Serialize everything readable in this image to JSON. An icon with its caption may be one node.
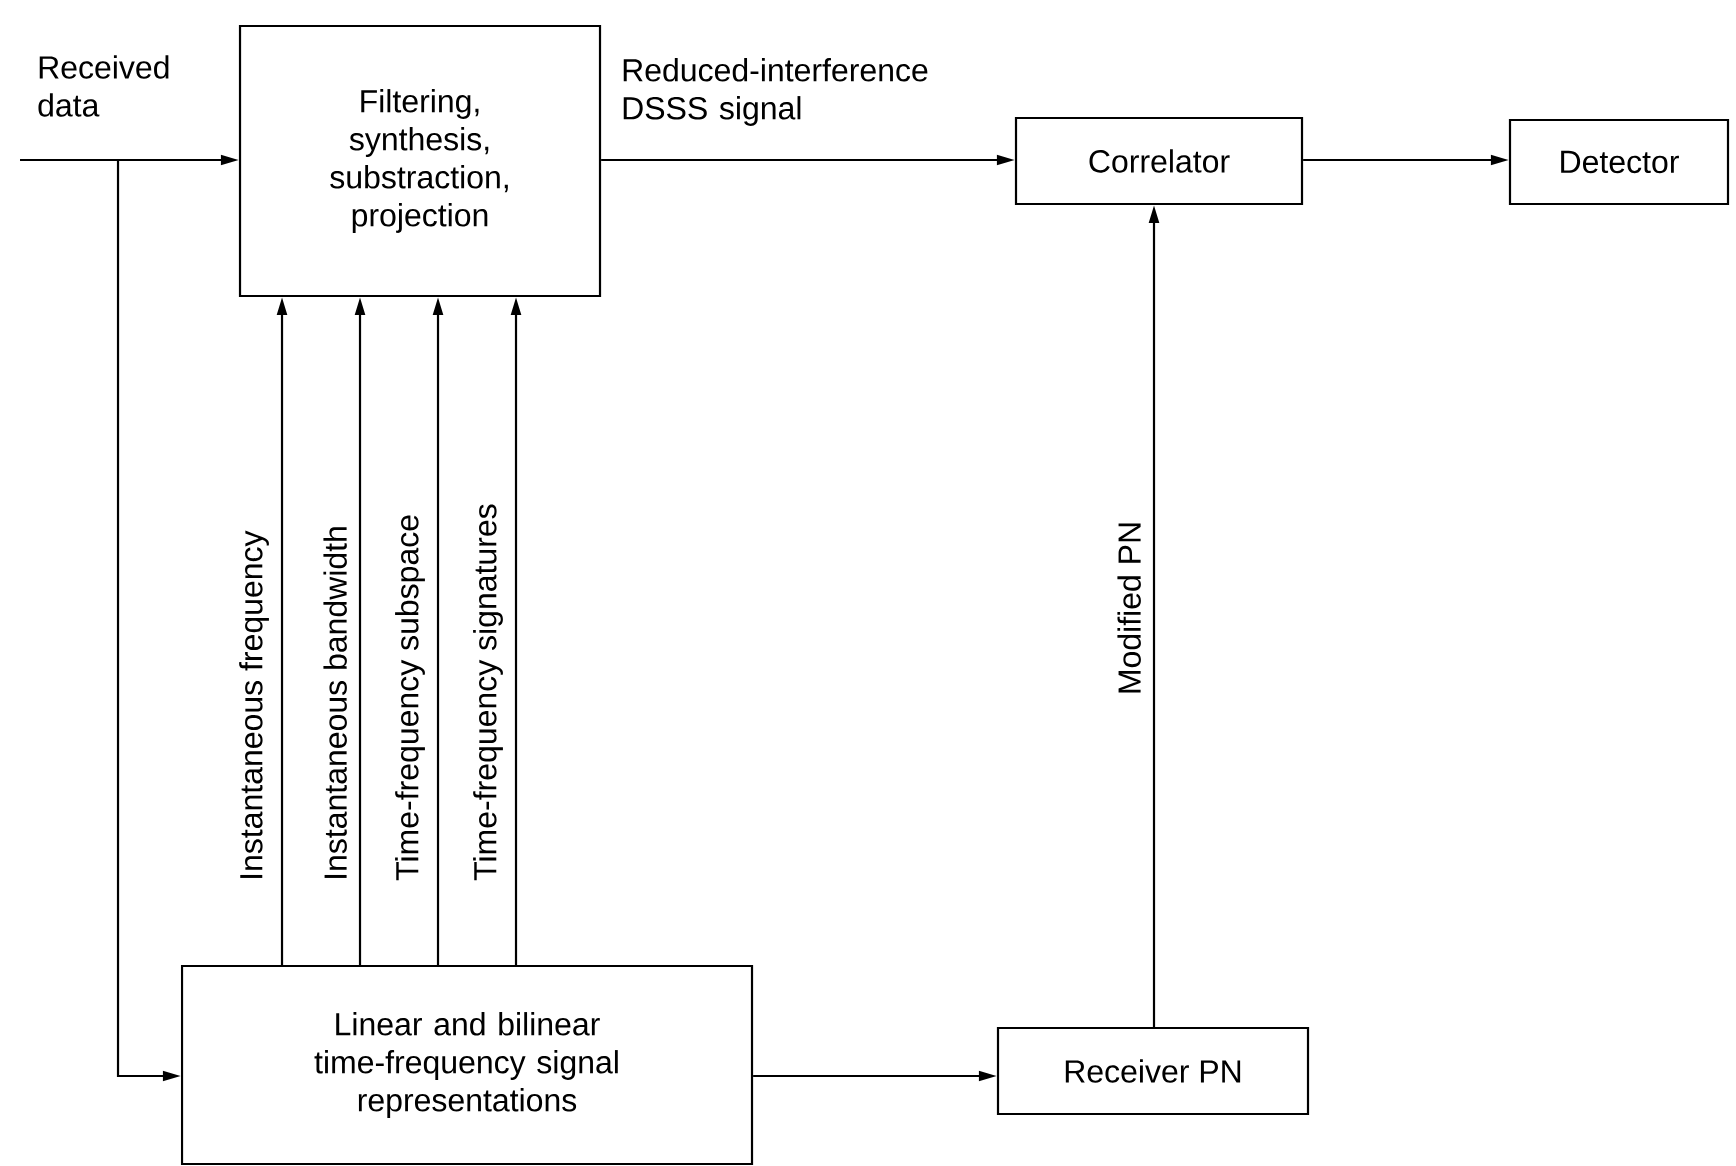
{
  "diagram": {
    "nodes": [
      {
        "text": [
          "Received data"
        ]
      },
      {
        "text": [
          "Filtering, synthesis, substraction, projection"
        ]
      },
      {
        "text": [
          "Correlator"
        ]
      },
      {
        "text": [
          "Detector"
        ]
      },
      {
        "text": [
          "Linear and bilinear time-frequency signal representations"
        ]
      },
      {
        "text": [
          "Receiver PN"
        ]
      }
    ],
    "edges": [
      {
        "from": 0,
        "to": 1,
        "arrow": "to"
      },
      {
        "from": 0,
        "to": 4,
        "arrow": "to"
      },
      {
        "from": 1,
        "to": 2,
        "arrow": "to",
        "label": "Reduced-interference DSSS signal"
      },
      {
        "from": 2,
        "to": 3,
        "arrow": "to"
      },
      {
        "from": 4,
        "to": 1,
        "arrow": "to",
        "label": "Instantaneous frequency"
      },
      {
        "from": 4,
        "to": 1,
        "arrow": "to",
        "label": "Instantaneous bandwidth"
      },
      {
        "from": 4,
        "to": 1,
        "arrow": "to",
        "label": "Time-frequency subspace"
      },
      {
        "from": 4,
        "to": 1,
        "arrow": "to",
        "label": "Time-frequency signatures"
      },
      {
        "from": 4,
        "to": 5,
        "arrow": "to"
      },
      {
        "from": 5,
        "to": 2,
        "arrow": "to",
        "label": "Modified PN"
      }
    ]
  }
}
